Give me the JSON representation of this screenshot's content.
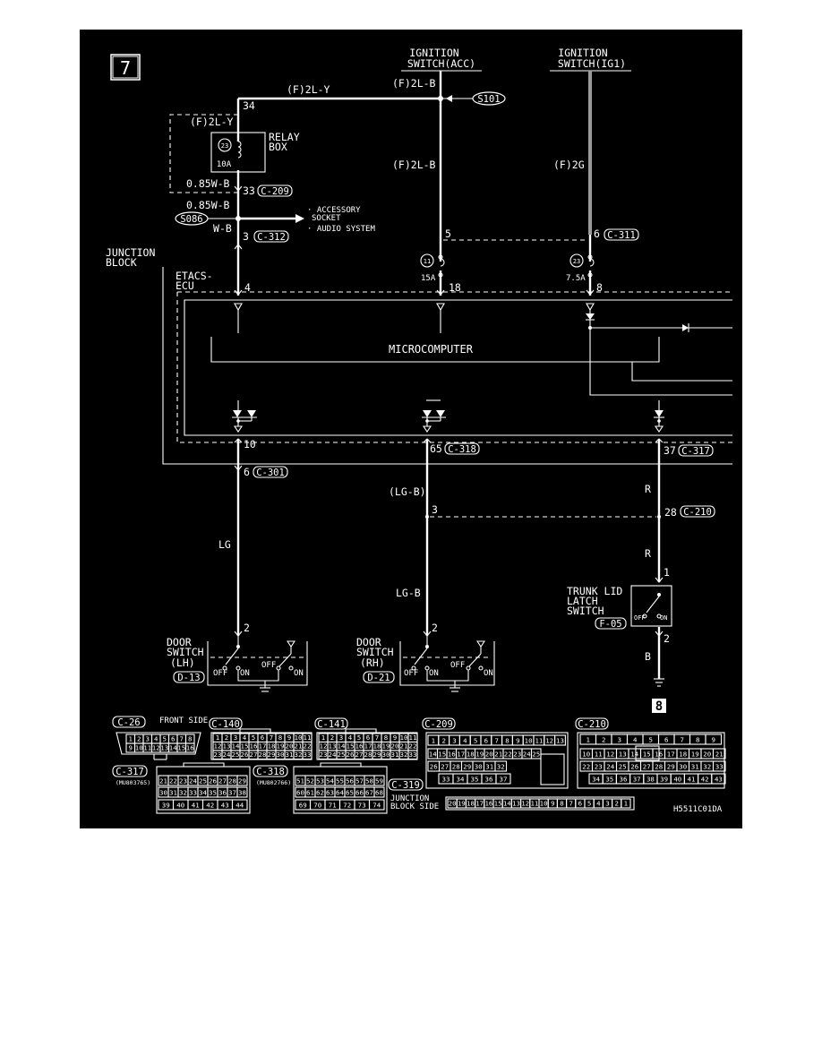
{
  "page_number": "7",
  "next_page": "8",
  "figure_code": "H5511C01DA",
  "sources": {
    "acc": {
      "line1": "IGNITION",
      "line2": "SWITCH(ACC)"
    },
    "ig1": {
      "line1": "IGNITION",
      "line2": "SWITCH(IG1)"
    }
  },
  "wires": {
    "top_yellow": "(F)2L-Y",
    "top_blue": "(F)2L-B",
    "relay_feed": "(F)2L-Y",
    "acc_down": "(F)2L-B",
    "ig1_down": "(F)2G",
    "relay_out": "0.85W-B",
    "relay_out2": "0.85W-B",
    "socket_feed": "W-B",
    "lh_wire": "LG",
    "rh_upper": "(LG-B)",
    "rh_lower": "LG-B",
    "trunk_upper": "R",
    "trunk_mid": "R",
    "trunk_ground": "B"
  },
  "splices": {
    "s101": "S101",
    "s086": "S086"
  },
  "relay_box": {
    "line1": "RELAY",
    "line2": "BOX",
    "fuse_no": "23",
    "fuse_rating": "10A"
  },
  "fuses": {
    "f11": {
      "no": "11",
      "rating": "15A"
    },
    "f23": {
      "no": "23",
      "rating": "7.5A"
    }
  },
  "destinations": [
    "· ACCESSORY",
    "SOCKET",
    "· AUDIO SYSTEM"
  ],
  "junction_block": {
    "line1": "JUNCTION",
    "line2": "BLOCK"
  },
  "etacs": {
    "line1": "ETACS-",
    "line2": "ECU"
  },
  "microcomputer": "MICROCOMPUTER",
  "pins": {
    "p34": "34",
    "p33": "33",
    "p3": "3",
    "p5": "5",
    "p6": "6",
    "p4": "4",
    "p18": "18",
    "p8": "8",
    "p10": "10",
    "p65": "65",
    "p37": "37",
    "p6b": "6",
    "p3b": "3",
    "p28": "28",
    "p1": "1",
    "p2a": "2",
    "p2b": "2",
    "p2c": "2"
  },
  "connectors": {
    "c209": "C-209",
    "c312": "C-312",
    "c311": "C-311",
    "c318": "C-318",
    "c317": "C-317",
    "c301": "C-301",
    "c210": "C-210",
    "f05": "F-05",
    "d13": "D-13",
    "d21": "D-21"
  },
  "switches": {
    "lh": {
      "line1": "DOOR",
      "line2": "SWITCH",
      "line3": "(LH)"
    },
    "rh": {
      "line1": "DOOR",
      "line2": "SWITCH",
      "line3": "(RH)"
    },
    "trunk": {
      "line1": "TRUNK LID",
      "line2": "LATCH",
      "line3": "SWITCH"
    },
    "off": "OFF",
    "on": "ON"
  },
  "connector_faces": {
    "c26": {
      "label": "C-26",
      "side": "FRONT SIDE",
      "row1": [
        "1",
        "2",
        "3",
        "4",
        "5",
        "6",
        "7",
        "8"
      ],
      "row2": [
        "9",
        "10",
        "11",
        "12",
        "13",
        "14",
        "15",
        "16"
      ]
    },
    "c140": {
      "label": "C-140",
      "row1": [
        "1",
        "2",
        "3",
        "4",
        "5",
        "6",
        "7",
        "8",
        "9",
        "10",
        "11"
      ],
      "row2": [
        "12",
        "13",
        "14",
        "15",
        "16",
        "17",
        "18",
        "19",
        "20",
        "21",
        "22"
      ],
      "row3": [
        "23",
        "24",
        "25",
        "26",
        "27",
        "28",
        "29",
        "30",
        "31",
        "32",
        "33"
      ]
    },
    "c141": {
      "label": "C-141",
      "row1": [
        "1",
        "2",
        "3",
        "4",
        "5",
        "6",
        "7",
        "8",
        "9",
        "10",
        "11"
      ],
      "row2": [
        "12",
        "13",
        "14",
        "15",
        "16",
        "17",
        "18",
        "19",
        "20",
        "21",
        "22"
      ],
      "row3": [
        "23",
        "24",
        "25",
        "26",
        "27",
        "28",
        "29",
        "30",
        "31",
        "32",
        "33"
      ]
    },
    "c209": {
      "label": "C-209",
      "row1": [
        "1",
        "2",
        "3",
        "4",
        "5",
        "6",
        "7",
        "8",
        "9",
        "10",
        "11",
        "12",
        "13"
      ],
      "row2": [
        "14",
        "15",
        "16",
        "17",
        "18",
        "19",
        "20",
        "21",
        "22",
        "23",
        "24",
        "25"
      ],
      "row3": [
        "26",
        "27",
        "28",
        "29",
        "30",
        "31",
        "32"
      ],
      "row4": [
        "33",
        "34",
        "35",
        "36",
        "37"
      ]
    },
    "c210": {
      "label": "C-210",
      "row1": [
        "1",
        "2",
        "3",
        "4",
        "5",
        "6",
        "7",
        "8",
        "9"
      ],
      "row2": [
        "10",
        "11",
        "12",
        "13",
        "14",
        "15",
        "16",
        "17",
        "18",
        "19",
        "20",
        "21"
      ],
      "row3": [
        "22",
        "23",
        "24",
        "25",
        "26",
        "27",
        "28",
        "29",
        "30",
        "31",
        "32",
        "33"
      ],
      "row4": [
        "34",
        "35",
        "36",
        "37",
        "38",
        "39",
        "40",
        "41",
        "42",
        "43"
      ]
    },
    "c317": {
      "label": "C-317",
      "part": "(MU803765)",
      "row1": [
        "21",
        "22",
        "23",
        "24",
        "25",
        "26",
        "27",
        "28",
        "29"
      ],
      "row2": [
        "30",
        "31",
        "32",
        "33",
        "34",
        "35",
        "36",
        "37",
        "38"
      ],
      "row3": [
        "39",
        "40",
        "41",
        "42",
        "43",
        "44"
      ]
    },
    "c318": {
      "label": "C-318",
      "part": "(MU802766)",
      "row1": [
        "51",
        "52",
        "53",
        "54",
        "55",
        "56",
        "57",
        "58",
        "59"
      ],
      "row2": [
        "60",
        "61",
        "62",
        "63",
        "64",
        "65",
        "66",
        "67",
        "68"
      ],
      "row3": [
        "69",
        "70",
        "71",
        "72",
        "73",
        "74"
      ]
    },
    "c319": {
      "label": "C-319",
      "side_line1": "JUNCTION",
      "side_line2": "BLOCK SIDE",
      "row": [
        "20",
        "19",
        "18",
        "17",
        "16",
        "15",
        "14",
        "13",
        "12",
        "11",
        "10",
        "9",
        "8",
        "7",
        "6",
        "5",
        "4",
        "3",
        "2",
        "1"
      ]
    }
  },
  "colors": {
    "background": "#000000",
    "foreground": "#ffffff",
    "ig1_wire": "#9a9a9a"
  }
}
